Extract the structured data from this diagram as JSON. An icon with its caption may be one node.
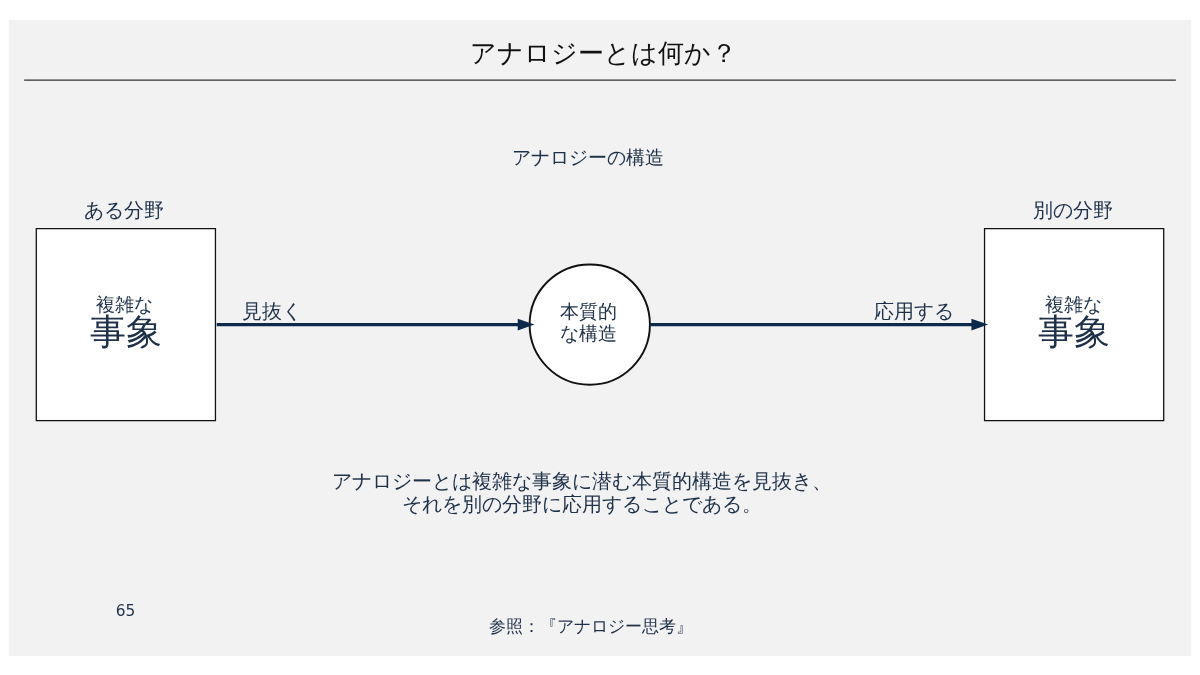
{
  "diagram": {
    "title": "アナロジーとは何か？",
    "nodes": [
      {
        "text": [
          "ある分野",
          "複雑な",
          "事象"
        ]
      },
      {
        "text": [
          "本質的な構造"
        ]
      },
      {
        "text": [
          "別の分野",
          "複雑な",
          "事象"
        ]
      }
    ],
    "edges": [
      {
        "from": 0,
        "to": 1,
        "arrow": "to",
        "label": "見抜く"
      },
      {
        "from": 1,
        "to": 2,
        "arrow": "to",
        "label": "応用する"
      }
    ],
    "labels": [
      "アナロジーの構造",
      "アナロジーとは複雑な事象に潜む本質的構造を見抜き、それを別の分野に応用することである。",
      "参照：『アナロジー思考』",
      "65"
    ]
  }
}
